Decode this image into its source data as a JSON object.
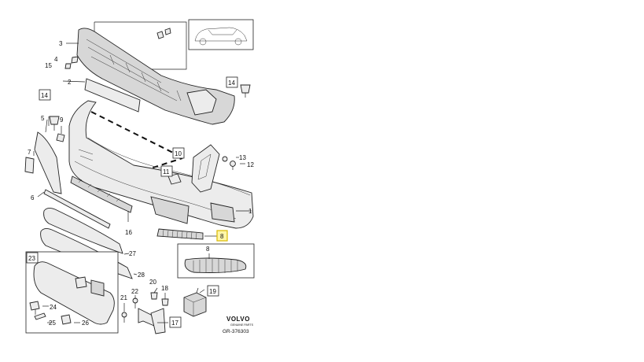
{
  "brand": {
    "name": "VOLVO",
    "subtitle": "GENUINE PARTS",
    "diagram_code": "GR-376303"
  },
  "callouts": {
    "c1": "1",
    "c2": "2",
    "c3": "3",
    "c4": "4",
    "c5": "5",
    "c6": "6",
    "c7": "7",
    "c8": "8",
    "c8_detail": "8",
    "c9": "9",
    "c10": "10",
    "c11": "11",
    "c12": "12",
    "c13": "13",
    "c14a": "14",
    "c14b": "14",
    "c15": "15",
    "c16": "16",
    "c17": "17",
    "c18": "18",
    "c19": "19",
    "c20": "20",
    "c21": "21",
    "c22": "22",
    "c23": "23",
    "c24": "24",
    "c25": "25",
    "c26": "26",
    "c27": "27",
    "c28": "28"
  },
  "highlight": {
    "selected_part": "8",
    "color": "#f2d23c"
  }
}
